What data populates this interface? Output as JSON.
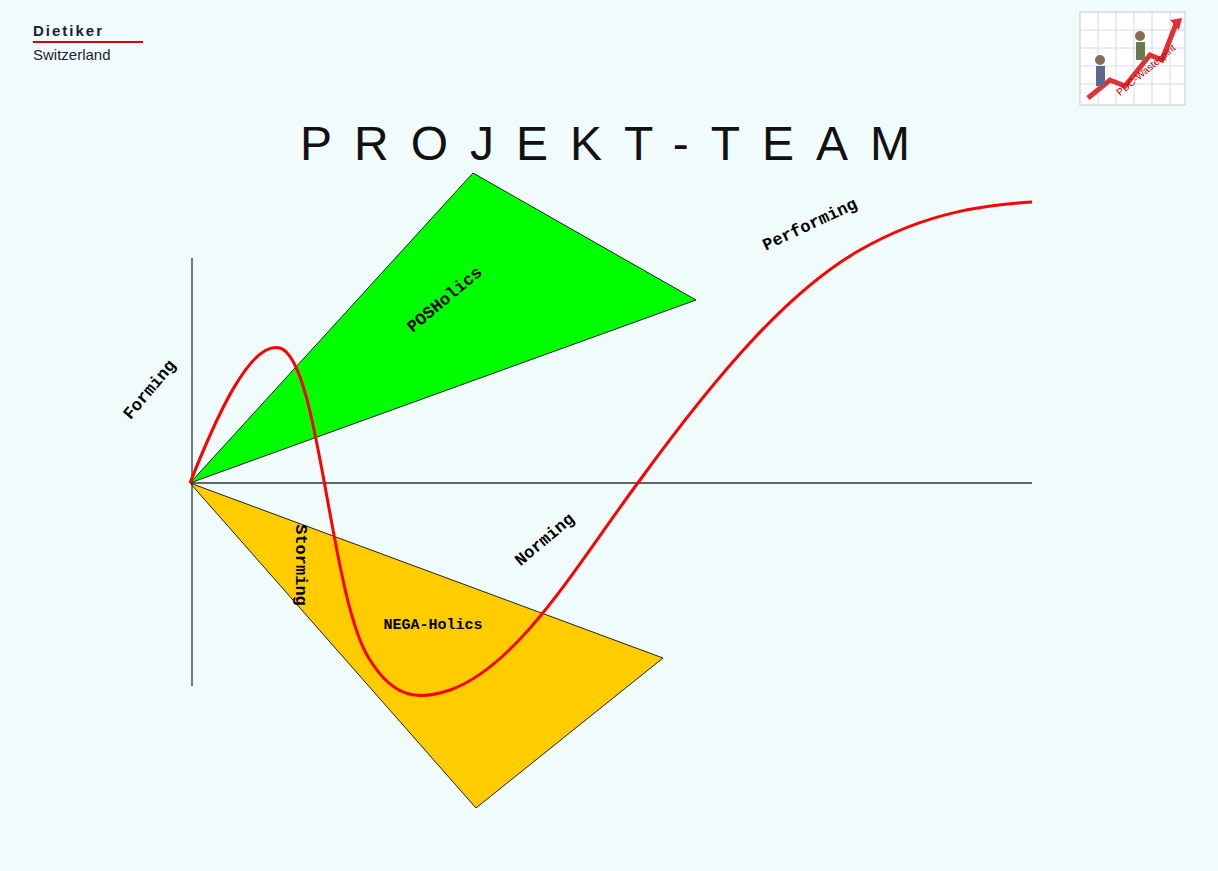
{
  "diagram": {
    "title": "PROJEKT-TEAM",
    "nodes": [
      {
        "text": [
          "POSHolics"
        ]
      },
      {
        "text": [
          "NEGA-Holics"
        ]
      }
    ],
    "labels": [
      "Dietiker",
      "Switzerland",
      "PDC-Wastespirit",
      "Forming",
      "Storming",
      "Norming",
      "Performing"
    ]
  }
}
